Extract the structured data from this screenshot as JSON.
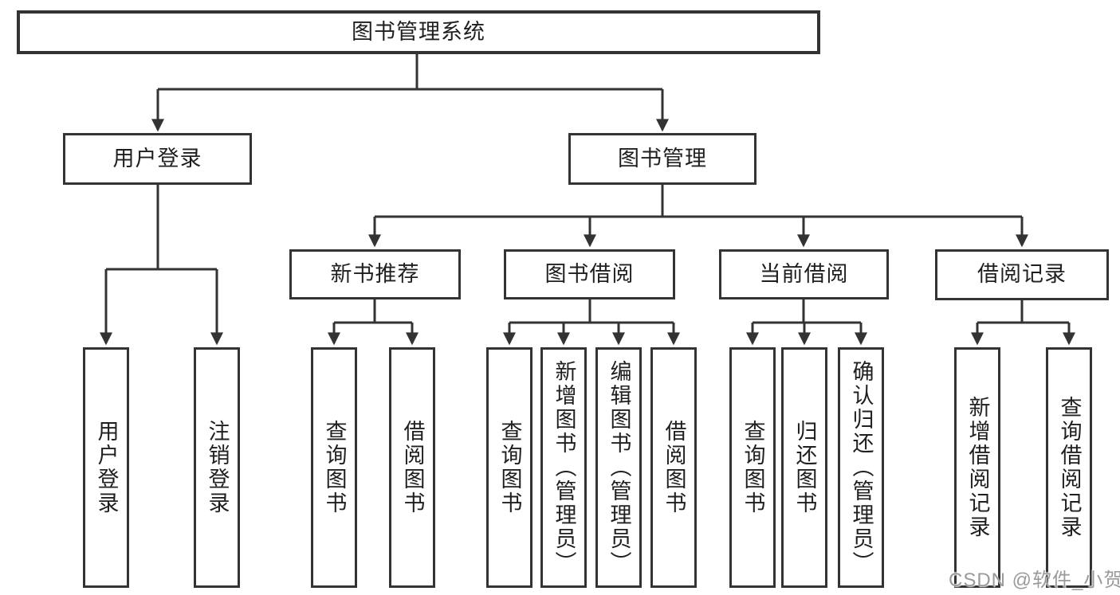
{
  "nodes": {
    "root": "图书管理系统",
    "user_login": "用户登录",
    "book_mgmt": "图书管理",
    "new_book_rec": "新书推荐",
    "book_borrow": "图书借阅",
    "current_borrow": "当前借阅",
    "borrow_record": "借阅记录",
    "leaf_user_login": "用户登录",
    "leaf_logout": "注销登录",
    "nb_query_book": "查询图书",
    "nb_borrow_book": "借阅图书",
    "bb_query_book": "查询图书",
    "bb_add_book": "新增图书（管理员）",
    "bb_edit_book": "编辑图书（管理员）",
    "bb_borrow_book": "借阅图书",
    "cb_query_book": "查询图书",
    "cb_return_book": "归还图书",
    "cb_confirm_return": "确认归还（管理员）",
    "br_add_record": "新增借阅记录",
    "br_query_record": "查询借阅记录"
  },
  "hierarchy": {
    "root": [
      "user_login",
      "book_mgmt"
    ],
    "user_login": [
      "leaf_user_login",
      "leaf_logout"
    ],
    "book_mgmt": [
      "new_book_rec",
      "book_borrow",
      "current_borrow",
      "borrow_record"
    ],
    "new_book_rec": [
      "nb_query_book",
      "nb_borrow_book"
    ],
    "book_borrow": [
      "bb_query_book",
      "bb_add_book",
      "bb_edit_book",
      "bb_borrow_book"
    ],
    "current_borrow": [
      "cb_query_book",
      "cb_return_book",
      "cb_confirm_return"
    ],
    "borrow_record": [
      "br_add_record",
      "br_query_record"
    ]
  },
  "watermark": "CSDN @软件_小贺同学",
  "colors": {
    "line": "#333333",
    "text": "#1f1f1f",
    "watermark_text": "#9a9a9a",
    "background": "#ffffff"
  }
}
